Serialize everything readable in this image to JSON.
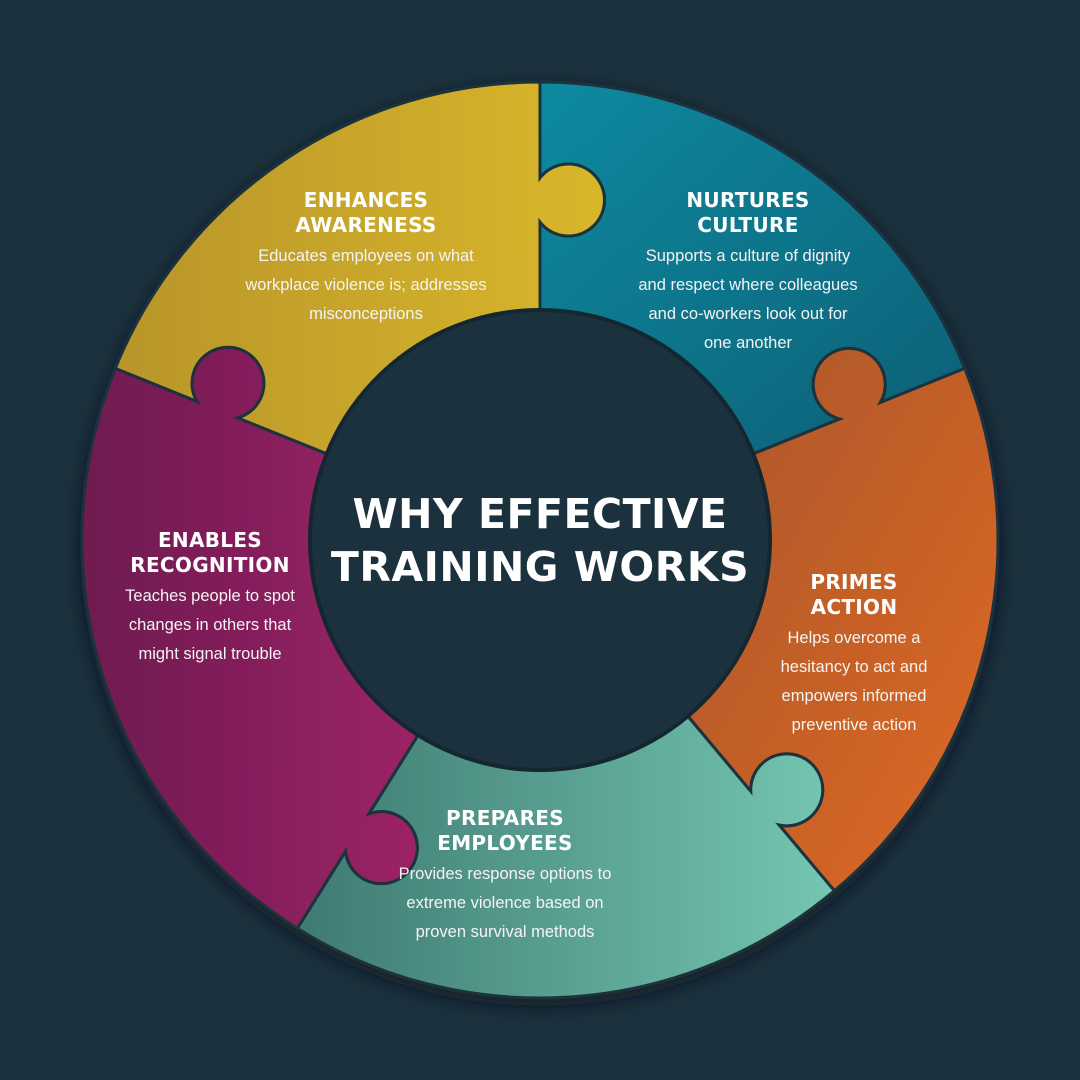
{
  "center_title": "WHY EFFECTIVE\nTRAINING WORKS",
  "colors": {
    "background": "#1b323e",
    "awareness": "#0f7a8e",
    "culture": "#c9622a",
    "action": "#5fb5a3",
    "employees": "#8a2160",
    "recognition": "#c8a82a"
  },
  "segments": [
    {
      "id": "awareness",
      "title": "ENHANCES\nAWARENESS",
      "text": "Educates employees on what\nworkplace violence is; addresses\nmisconceptions"
    },
    {
      "id": "culture",
      "title": "NURTURES\nCULTURE",
      "text": "Supports a culture of dignity\nand respect where colleagues\nand co-workers look out for\none another"
    },
    {
      "id": "action",
      "title": "PRIMES\nACTION",
      "text": "Helps overcome a\nhesitancy to act and\nempowers informed\npreventive action"
    },
    {
      "id": "employees",
      "title": "PREPARES\nEMPLOYEES",
      "text": "Provides response options to\nextreme violence based on\nproven survival methods"
    },
    {
      "id": "recognition",
      "title": "ENABLES\nRECOGNITION",
      "text": "Teaches people to spot\nchanges in others that\nmight signal trouble"
    }
  ]
}
